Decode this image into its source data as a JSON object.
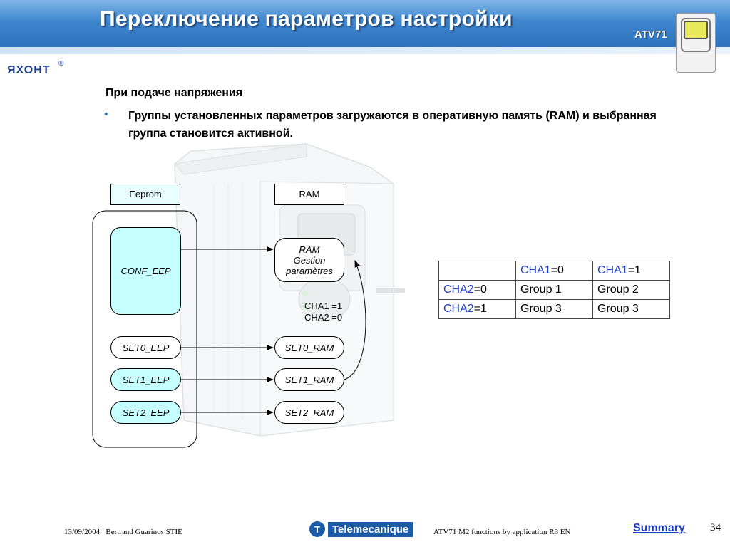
{
  "header": {
    "title": "Переключение параметров настройки",
    "model": "ATV71"
  },
  "logo": {
    "text": "ЯХОНТ",
    "mark": "®"
  },
  "content": {
    "heading": "При подаче напряжения",
    "bullet": "Группы установленных параметров загружаются в оперативную память (RAM) и выбранная группа становится активной."
  },
  "diagram": {
    "eeprom_label": "Eeprom",
    "ram_label": "RAM",
    "conf_eep": "CONF_EEP",
    "ram_gestion": [
      "RAM",
      "Gestion",
      "paramètres"
    ],
    "cha_note": [
      "CHA1 =1",
      "CHA2 =0"
    ],
    "eep_sets": [
      "SET0_EEP",
      "SET1_EEP",
      "SET2_EEP"
    ],
    "ram_sets": [
      "SET0_RAM",
      "SET1_RAM",
      "SET2_RAM"
    ]
  },
  "group_table": {
    "header": [
      {
        "var": "",
        "val": ""
      },
      {
        "var": "CHA1",
        "val": "=0"
      },
      {
        "var": "CHA1",
        "val": "=1"
      }
    ],
    "rows": [
      {
        "var": "CHA2",
        "val": "=0",
        "cells": [
          "Group 1",
          "Group 2"
        ]
      },
      {
        "var": "CHA2",
        "val": "=1",
        "cells": [
          "Group 3",
          "Group 3"
        ]
      }
    ]
  },
  "footer": {
    "date_author": "13/09/2004   Bertrand Guarinos STIE",
    "brand": "Telemecanique",
    "doc": "ATV71 M2 functions by application R3 EN",
    "summary": "Summary",
    "page": "34"
  },
  "colors": {
    "banner": "#2e74bd",
    "accent_blue": "#1f3fd0",
    "cyan_box": "#c6ffff"
  }
}
